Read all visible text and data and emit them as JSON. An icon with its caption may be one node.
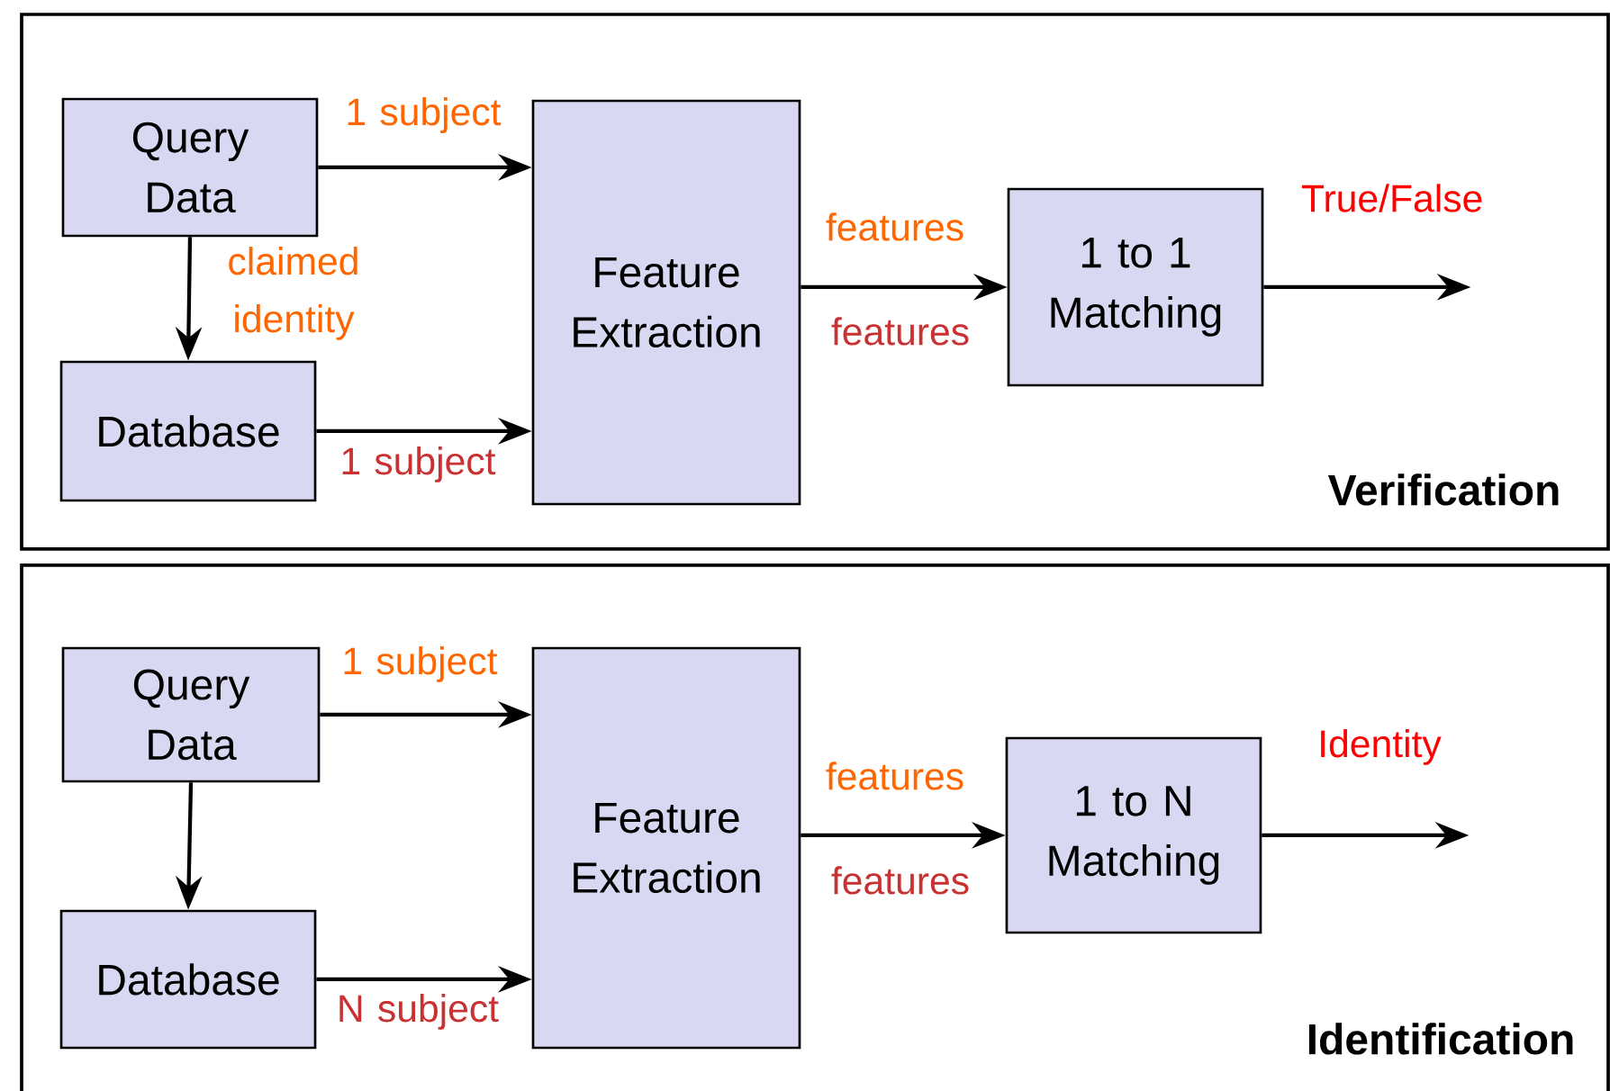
{
  "diagram": {
    "nodes": [
      {
        "text": [
          "Verification"
        ]
      },
      {
        "text": [
          "Query Data"
        ],
        "in": 0
      },
      {
        "text": [
          "Database"
        ],
        "in": 0
      },
      {
        "text": [
          "Feature Extraction"
        ],
        "in": 0
      },
      {
        "text": [
          "1 to 1 Matching"
        ],
        "in": 0
      },
      {
        "text": [
          "Identification"
        ]
      },
      {
        "text": [
          "Query Data"
        ],
        "in": 5
      },
      {
        "text": [
          "Database"
        ],
        "in": 5
      },
      {
        "text": [
          "Feature Extraction"
        ],
        "in": 5
      },
      {
        "text": [
          "1 to N Matching"
        ],
        "in": 5
      }
    ],
    "edges": [
      {
        "from": 1,
        "to": 3,
        "arrow": "to",
        "label": "1 subject"
      },
      {
        "from": 1,
        "to": 2,
        "arrow": "to",
        "label": "claimed identity"
      },
      {
        "from": 2,
        "to": 3,
        "arrow": "to",
        "label": "1 subject"
      },
      {
        "from": 3,
        "to": 4,
        "arrow": "to",
        "label": "features"
      },
      {
        "from": 4,
        "to": null,
        "arrow": "to",
        "label": "True/False"
      },
      {
        "from": 6,
        "to": 8,
        "arrow": "to",
        "label": "1 subject"
      },
      {
        "from": 6,
        "to": 7,
        "arrow": "to"
      },
      {
        "from": 7,
        "to": 8,
        "arrow": "to",
        "label": "N subject"
      },
      {
        "from": 8,
        "to": 9,
        "arrow": "to",
        "label": "features"
      },
      {
        "from": 9,
        "to": null,
        "arrow": "to",
        "label": "Identity"
      }
    ],
    "labels": [
      "features",
      "features"
    ]
  }
}
